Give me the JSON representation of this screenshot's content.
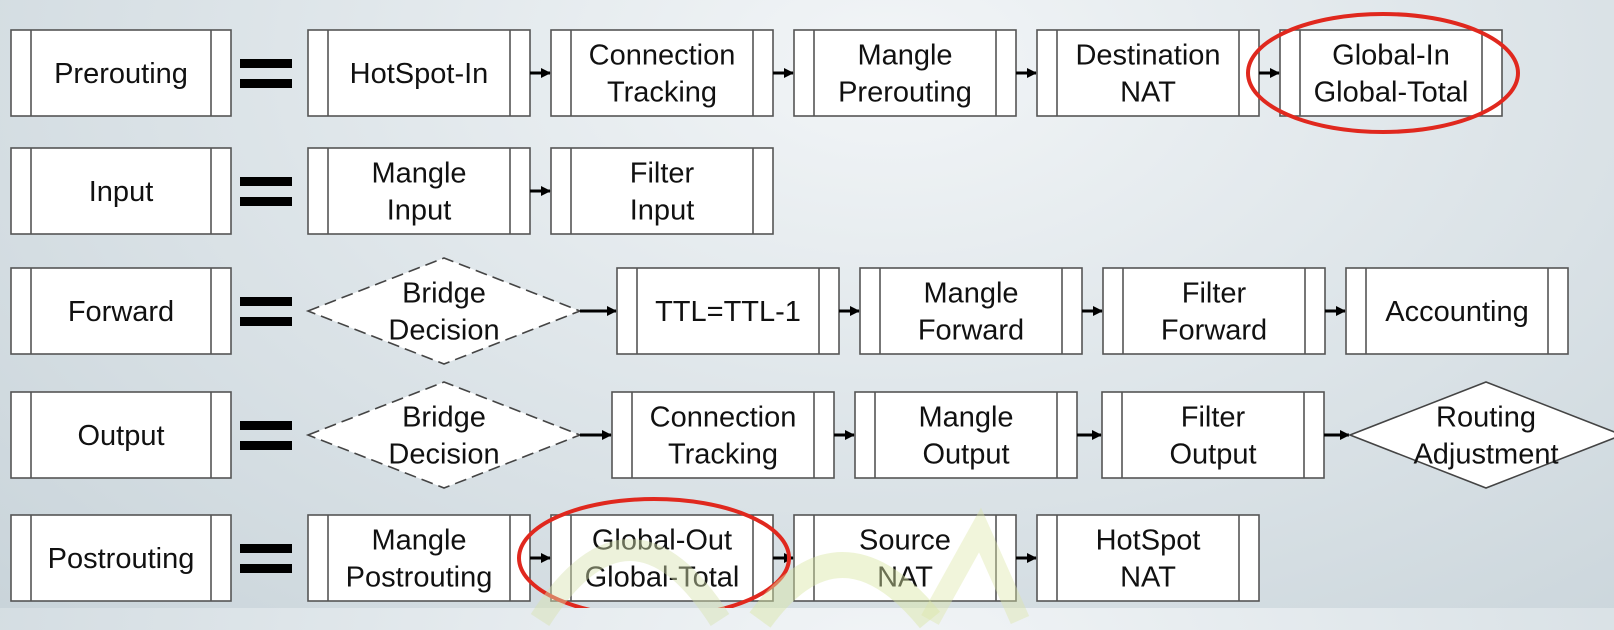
{
  "diagram": {
    "rows": [
      {
        "id": "prerouting",
        "label": "Prerouting",
        "steps": [
          {
            "shape": "box",
            "lines": [
              "HotSpot-In"
            ]
          },
          {
            "shape": "box",
            "lines": [
              "Connection",
              "Tracking"
            ]
          },
          {
            "shape": "box",
            "lines": [
              "Mangle",
              "Prerouting"
            ]
          },
          {
            "shape": "box",
            "lines": [
              "Destination",
              "NAT"
            ]
          },
          {
            "shape": "box",
            "lines": [
              "Global-In",
              "Global-Total"
            ],
            "highlight": true
          }
        ]
      },
      {
        "id": "input",
        "label": "Input",
        "steps": [
          {
            "shape": "box",
            "lines": [
              "Mangle",
              "Input"
            ]
          },
          {
            "shape": "box",
            "lines": [
              "Filter",
              "Input"
            ]
          }
        ]
      },
      {
        "id": "forward",
        "label": "Forward",
        "steps": [
          {
            "shape": "diamond",
            "dashed": true,
            "lines": [
              "Bridge",
              "Decision"
            ]
          },
          {
            "shape": "box",
            "lines": [
              "TTL=TTL-1"
            ]
          },
          {
            "shape": "box",
            "lines": [
              "Mangle",
              "Forward"
            ]
          },
          {
            "shape": "box",
            "lines": [
              "Filter",
              "Forward"
            ]
          },
          {
            "shape": "box",
            "lines": [
              "Accounting"
            ]
          }
        ]
      },
      {
        "id": "output",
        "label": "Output",
        "steps": [
          {
            "shape": "diamond",
            "dashed": true,
            "lines": [
              "Bridge",
              "Decision"
            ]
          },
          {
            "shape": "box",
            "lines": [
              "Connection",
              "Tracking"
            ]
          },
          {
            "shape": "box",
            "lines": [
              "Mangle",
              "Output"
            ]
          },
          {
            "shape": "box",
            "lines": [
              "Filter",
              "Output"
            ]
          },
          {
            "shape": "diamond",
            "dashed": false,
            "lines": [
              "Routing",
              "Adjustment"
            ]
          }
        ]
      },
      {
        "id": "postrouting",
        "label": "Postrouting",
        "steps": [
          {
            "shape": "box",
            "lines": [
              "Mangle",
              "Postrouting"
            ]
          },
          {
            "shape": "box",
            "lines": [
              "Global-Out",
              "Global-Total"
            ],
            "highlight": true
          },
          {
            "shape": "box",
            "lines": [
              "Source",
              "NAT"
            ]
          },
          {
            "shape": "box",
            "lines": [
              "HotSpot",
              "NAT"
            ]
          }
        ]
      }
    ],
    "equals_glyph": "=",
    "highlight_color": "#e0281e",
    "arrow_color": "#000000"
  }
}
